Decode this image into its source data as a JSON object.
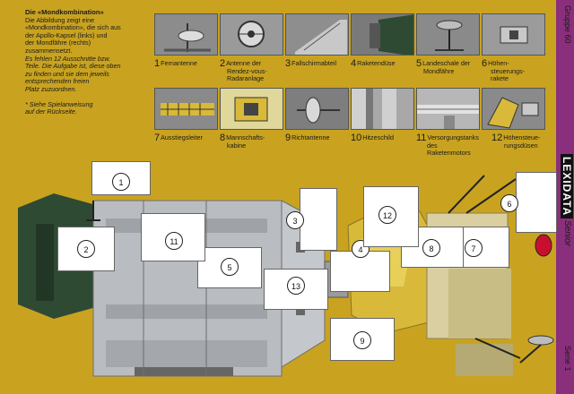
{
  "intro": {
    "title": "Die «Mondkombination»",
    "lines": [
      "Die Abbildung zeigt eine",
      "«Mondkombination», die sich aus",
      "der Apollo-Kapsel (links) und",
      "der Mondfähre (rechts)",
      "zusammensetzt."
    ],
    "task_lines": [
      "Es fehlen 12 Ausschnitte bzw.",
      "Teile. Die Aufgabe ist, diese oben",
      "zu finden und sie dem jeweils",
      "entsprechenden freien",
      "Platz zuzuordnen."
    ],
    "note_lines": [
      "*  Siehe Spielanweisung",
      "   auf der Rückseite."
    ]
  },
  "side": {
    "group": "Gruppe 60",
    "brand": "LEXIDATA",
    "level": "Senior",
    "series": "Serie 1"
  },
  "legend": [
    {
      "num": "1",
      "lines": [
        "Fernantenne"
      ]
    },
    {
      "num": "2",
      "lines": [
        "Antenne der",
        "Rendez-vous-",
        "Radaranlage"
      ]
    },
    {
      "num": "3",
      "lines": [
        "Fallschirmabteil"
      ]
    },
    {
      "num": "4",
      "lines": [
        "Raketendüse"
      ]
    },
    {
      "num": "5",
      "lines": [
        "Landeschale der",
        "Mondfähre"
      ]
    },
    {
      "num": "6",
      "lines": [
        "Höhen-",
        "steuerungs-",
        "rakete"
      ]
    },
    {
      "num": "7",
      "lines": [
        "Ausstiegsleiter"
      ]
    },
    {
      "num": "8",
      "lines": [
        "Mannschafts-",
        "kabine"
      ]
    },
    {
      "num": "9",
      "lines": [
        "Richtantenne"
      ]
    },
    {
      "num": "10",
      "lines": [
        "Hitzeschild"
      ]
    },
    {
      "num": "11",
      "lines": [
        "Versorgungstanks",
        "des",
        "Raketenmotors"
      ]
    },
    {
      "num": "12",
      "lines": [
        "Höhensteue-",
        "rungsdüsen"
      ]
    }
  ],
  "slots": [
    "1",
    "2",
    "3",
    "4",
    "5",
    "6",
    "7",
    "8",
    "9",
    "11",
    "12",
    "13"
  ],
  "colors": {
    "card": "#c9a320",
    "border": "#8a2f7c",
    "gold": "#d8b93a",
    "green": "#2f4a33",
    "silver": "#b9bcc0"
  }
}
